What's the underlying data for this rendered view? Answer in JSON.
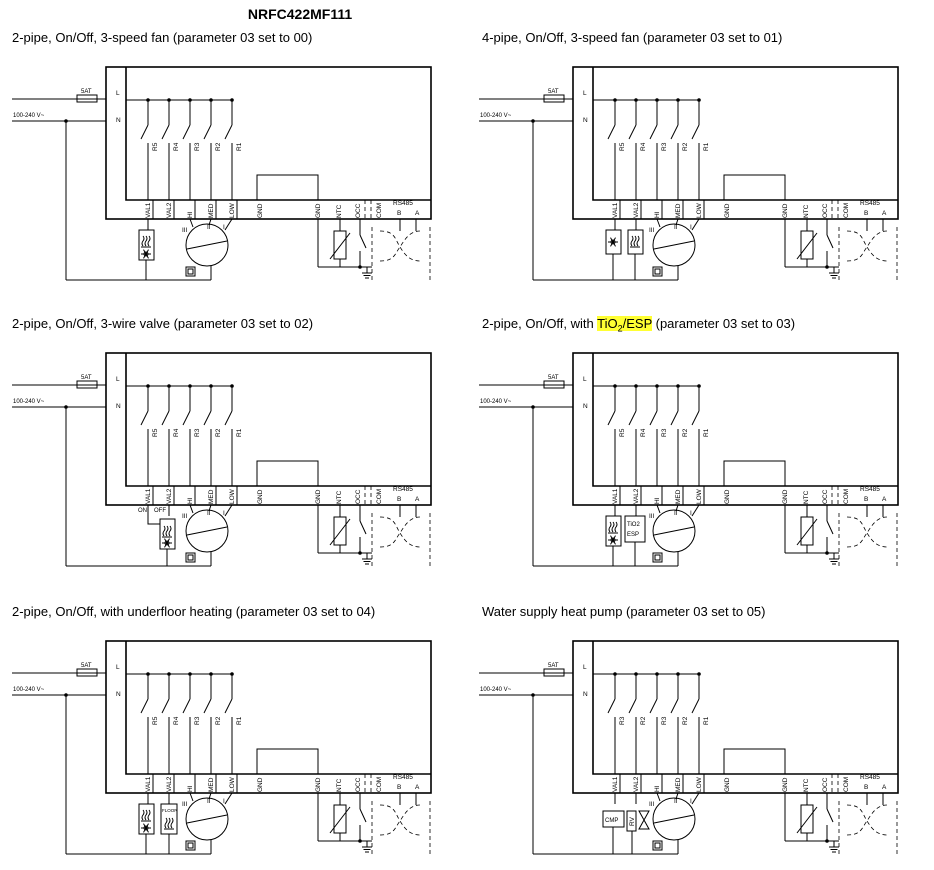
{
  "page": {
    "title": "NRFC422MF111"
  },
  "labels": {
    "fuse": "5AT",
    "supply": "100-240 V~",
    "line": "L",
    "neutral": "N",
    "gnd": "GND",
    "ntc": "NTC",
    "occ": "OCC",
    "com": "COM",
    "rs485": "RS485",
    "bus_b": "B",
    "bus_a": "A",
    "speed_3": "III",
    "speed_2": "II",
    "speed_1": "I",
    "fan_terms": [
      "HI",
      "MED",
      "LOW"
    ],
    "fan_relays": [
      "R3",
      "R2",
      "R1"
    ]
  },
  "panels": [
    {
      "title": "2-pipe, On/Off, 3-speed fan (parameter 03 set to 00)",
      "valve_terms": [
        "VAL1",
        "VAL2"
      ],
      "valve_relays": [
        "R5",
        "R4"
      ],
      "variant": "00"
    },
    {
      "title": "4-pipe, On/Off, 3-speed fan (parameter 03 set to 01)",
      "valve_terms": [
        "VAL1",
        "VAL2"
      ],
      "valve_relays": [
        "R5",
        "R4"
      ],
      "variant": "01"
    },
    {
      "title": "2-pipe, On/Off, 3-wire valve (parameter 03 set to 02)",
      "valve_terms": [
        "VAL1",
        "VAL2"
      ],
      "valve_relays": [
        "R5",
        "R4"
      ],
      "variant": "02",
      "on_label": "ON",
      "off_label": "OFF"
    },
    {
      "title_pre": "2-pipe, On/Off, with ",
      "title_hl": "TiO",
      "title_sub": "2",
      "title_hl2": "/ESP",
      "title_post": " (parameter 03 set to 03)",
      "valve_terms": [
        "VAL1",
        "VAL2"
      ],
      "valve_relays": [
        "R5",
        "R4"
      ],
      "variant": "03",
      "device_l1": "TiO2",
      "device_l2": "ESP"
    },
    {
      "title": "2-pipe, On/Off, with underfloor heating (parameter 03 set to 04)",
      "valve_terms": [
        "VAL1",
        "VAL2"
      ],
      "valve_relays": [
        "R5",
        "R4"
      ],
      "variant": "04",
      "floor_label": "FLOOR"
    },
    {
      "title": "Water supply heat pump (parameter 03 set to 05)",
      "valve_terms": [
        "VAL1",
        "VAL2"
      ],
      "valve_relays": [
        "R3",
        "R2"
      ],
      "variant": "05",
      "cmp_label": "CMP",
      "rv_label": "RV"
    }
  ]
}
